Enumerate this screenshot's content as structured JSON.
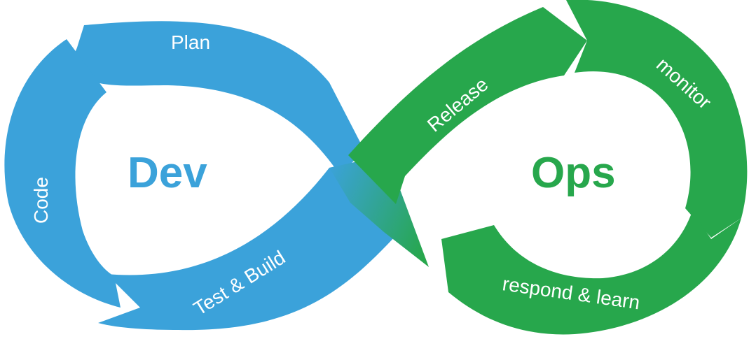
{
  "dev": {
    "title": "Dev",
    "color": "#3ba2da",
    "stages": {
      "plan": "Plan",
      "code": "Code",
      "test_build": "Test & Build"
    }
  },
  "ops": {
    "title": "Ops",
    "color": "#27a74c",
    "stages": {
      "release": "Release",
      "monitor": "monitor",
      "respond": "respond & learn"
    }
  }
}
